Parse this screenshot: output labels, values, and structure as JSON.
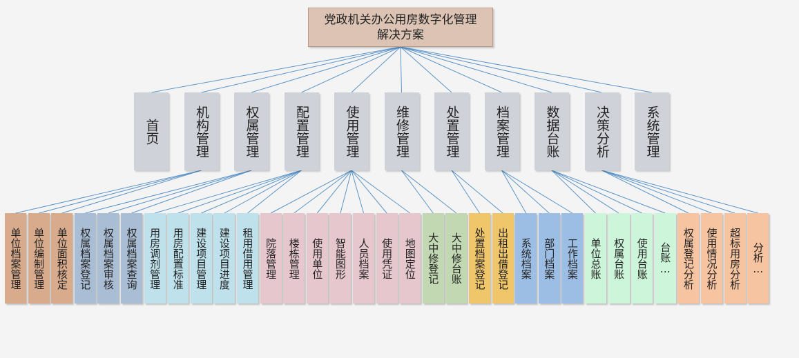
{
  "root": {
    "line1": "党政机关办公用房数字化管理",
    "line2": "解决方案"
  },
  "line_color": "#5b94c8",
  "modules": [
    {
      "id": "home",
      "label": "首页"
    },
    {
      "id": "org",
      "label": "机构管理"
    },
    {
      "id": "rights",
      "label": "权属管理"
    },
    {
      "id": "alloc",
      "label": "配置管理"
    },
    {
      "id": "use",
      "label": "使用管理"
    },
    {
      "id": "repair",
      "label": "维修管理"
    },
    {
      "id": "dispose",
      "label": "处置管理"
    },
    {
      "id": "archive",
      "label": "档案管理"
    },
    {
      "id": "ledger",
      "label": "数据台账"
    },
    {
      "id": "decision",
      "label": "决策分析"
    },
    {
      "id": "system",
      "label": "系统管理"
    }
  ],
  "leaves": [
    {
      "label": "单位档案管理",
      "parent": 1,
      "color": "brown"
    },
    {
      "label": "单位编制管理",
      "parent": 1,
      "color": "brown"
    },
    {
      "label": "单位面积核定",
      "parent": 1,
      "color": "brown"
    },
    {
      "label": "权属档案登记",
      "parent": 2,
      "color": "blue"
    },
    {
      "label": "权属档案审核",
      "parent": 2,
      "color": "blue"
    },
    {
      "label": "权属档案查询",
      "parent": 2,
      "color": "blue"
    },
    {
      "label": "用房调剂管理",
      "parent": 3,
      "color": "cyan"
    },
    {
      "label": "用房配置标准",
      "parent": 3,
      "color": "cyan"
    },
    {
      "label": "建设项目管理",
      "parent": 3,
      "color": "cyan"
    },
    {
      "label": "建设项目进度",
      "parent": 3,
      "color": "cyan"
    },
    {
      "label": "租用借用管理",
      "parent": 3,
      "color": "cyan"
    },
    {
      "label": "院落管理",
      "parent": 4,
      "color": "pink"
    },
    {
      "label": "楼栋管理",
      "parent": 4,
      "color": "pink"
    },
    {
      "label": "使用单位",
      "parent": 4,
      "color": "pink"
    },
    {
      "label": "智能图形",
      "parent": 4,
      "color": "pink"
    },
    {
      "label": "人员档案",
      "parent": 4,
      "color": "pink"
    },
    {
      "label": "使用凭证",
      "parent": 4,
      "color": "pink"
    },
    {
      "label": "地图定位",
      "parent": 4,
      "color": "pink"
    },
    {
      "label": "大中修登记",
      "parent": 5,
      "color": "green"
    },
    {
      "label": "大中修台账",
      "parent": 5,
      "color": "green"
    },
    {
      "label": "处置档案登记",
      "parent": 6,
      "color": "gold"
    },
    {
      "label": "出租出借登记",
      "parent": 6,
      "color": "gold"
    },
    {
      "label": "系统档案",
      "parent": 7,
      "color": "sky"
    },
    {
      "label": "部门档案",
      "parent": 7,
      "color": "sky"
    },
    {
      "label": "工作档案",
      "parent": 7,
      "color": "sky"
    },
    {
      "label": "单位总账",
      "parent": 8,
      "color": "mint"
    },
    {
      "label": "权属台账",
      "parent": 8,
      "color": "mint"
    },
    {
      "label": "使用台账",
      "parent": 8,
      "color": "mint"
    },
    {
      "label": "台账…",
      "parent": 8,
      "color": "mint"
    },
    {
      "label": "权属登记分析",
      "parent": 9,
      "color": "orange"
    },
    {
      "label": "使用情况分析",
      "parent": 9,
      "color": "orange"
    },
    {
      "label": "超标用房分析",
      "parent": 9,
      "color": "orange"
    },
    {
      "label": "分析…",
      "parent": 9,
      "color": "orange"
    }
  ]
}
